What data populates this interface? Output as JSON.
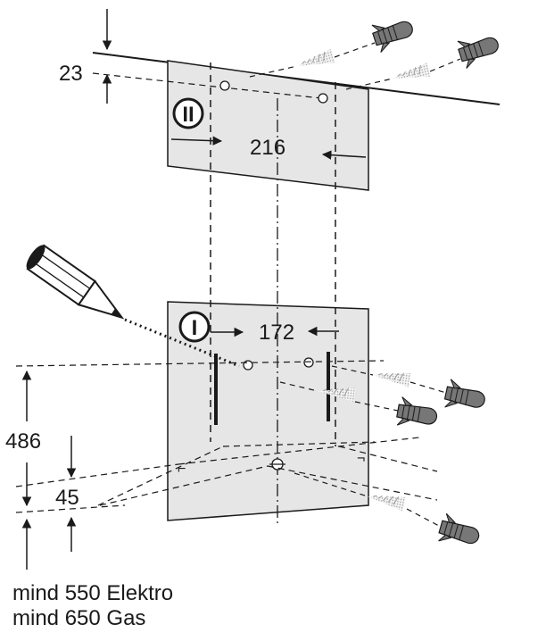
{
  "dimensions": {
    "top_offset": "23",
    "upper_spacing": "216",
    "lower_spacing": "172",
    "height": "486",
    "lower_offset": "45"
  },
  "plates": {
    "upper_label": "II",
    "lower_label": "I"
  },
  "caption": {
    "line1": "mind 550 Elektro",
    "line2": "mind 650 Gas"
  },
  "colors": {
    "plate_fill": "#e6e6e6",
    "line": "#1a1a1a",
    "dowel_dark": "#8a8a8a",
    "dowel_light": "#c8c8c8"
  },
  "icons": [
    "pencil-icon",
    "dowel-icon",
    "screw-icon"
  ]
}
